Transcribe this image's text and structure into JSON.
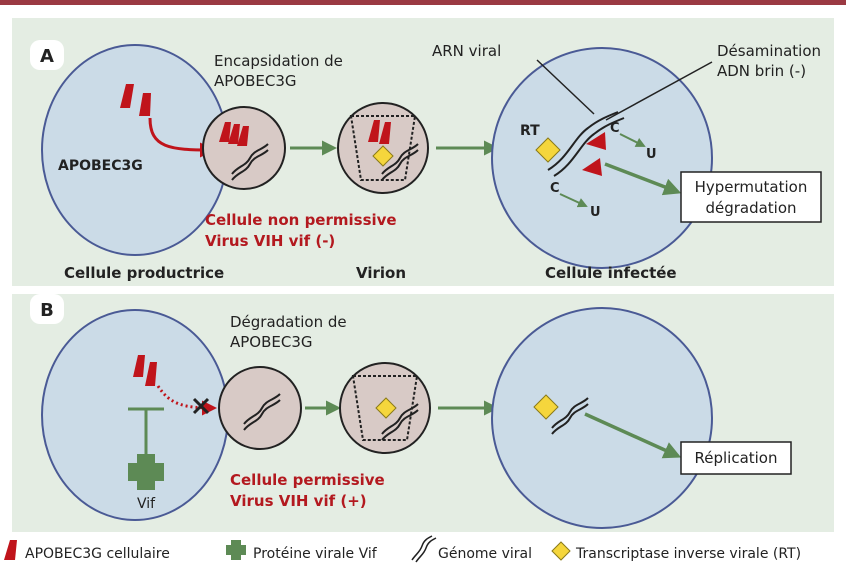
{
  "panels": {
    "a": {
      "letter": "A",
      "producer_protein": "APOBEC3G",
      "encapsidation_line1": "Encapsidation de",
      "encapsidation_line2": "APOBEC3G",
      "viral_rna": "ARN viral",
      "deamination_line1": "Désamination",
      "deamination_line2": "ADN brin (-)",
      "rt": "RT",
      "c_top": "C",
      "c_bottom": "C",
      "u_top": "U",
      "u_bottom": "U",
      "outcome_line1": "Hypermutation",
      "outcome_line2": "dégradation",
      "condition_line1": "Cellule non permissive",
      "condition_line2": "Virus VIH vif (-)"
    },
    "b": {
      "letter": "B",
      "degradation_line1": "Dégradation de",
      "degradation_line2": "APOBEC3G",
      "vif": "Vif",
      "outcome": "Réplication",
      "condition_line1": "Cellule permissive",
      "condition_line2": "Virus VIH vif (+)"
    }
  },
  "column_labels": {
    "producer": "Cellule productrice",
    "virion": "Virion",
    "infected": "Cellule infectée"
  },
  "legend": {
    "apobec": "APOBEC3G cellulaire",
    "vif_protein": "Protéine virale Vif",
    "genome": "Génome viral",
    "rt": "Transcriptase inverse virale (RT)"
  },
  "colors": {
    "top_rule": "#9b3a43",
    "panel_bg": "#e4ede3",
    "cell_fill": "#cbdbe7",
    "cell_stroke": "#4a5a95",
    "virion_fill": "#d8cac6",
    "green_arrow": "#5d8a55",
    "red": "#c0141b",
    "rt_yellow": "#f5d63c"
  }
}
